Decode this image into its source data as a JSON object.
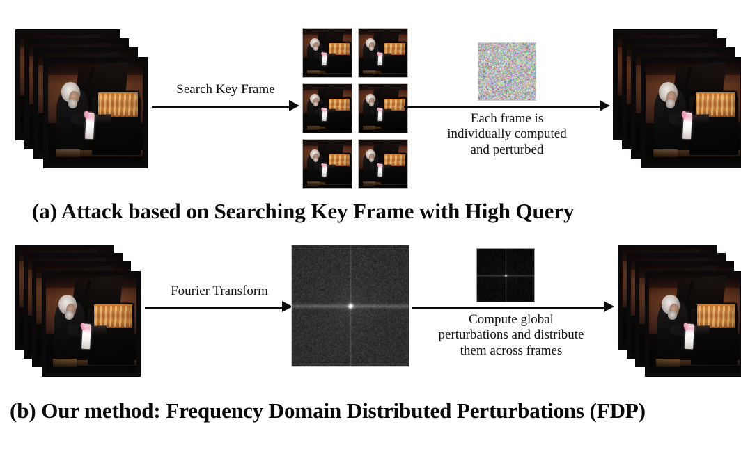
{
  "figure": {
    "background_color": "#ffffff",
    "text_color": "#111111"
  },
  "panel_a": {
    "caption": "(a) Attack based on Searching Key Frame with High Query",
    "input_stack": {
      "name": "input video frames",
      "layers": 4
    },
    "arrow1_label": "Search Key Frame",
    "keyframe_grid": {
      "columns": 2,
      "rows": 3,
      "count": 6
    },
    "noise_patch": {
      "name": "per-frame adversarial noise",
      "kind": "rgb-noise"
    },
    "arrow2_label": "Each frame is\nindividually computed\nand perturbed",
    "output_stack": {
      "name": "perturbed video frames",
      "layers": 4
    }
  },
  "panel_b": {
    "caption": "(b) Our method: Frequency Domain Distributed Perturbations (FDP)",
    "input_stack": {
      "name": "input video frames",
      "layers": 4
    },
    "arrow1_label": "Fourier Transform",
    "spectrum_large": {
      "name": "frequency domain spectrum",
      "kind": "fft-magnitude"
    },
    "spectrum_small": {
      "name": "global perturbation spectrum",
      "kind": "fft-magnitude"
    },
    "arrow2_label": "Compute global\nperturbations and distribute\nthem across frames",
    "output_stack": {
      "name": "perturbed video frames",
      "layers": 4
    }
  }
}
